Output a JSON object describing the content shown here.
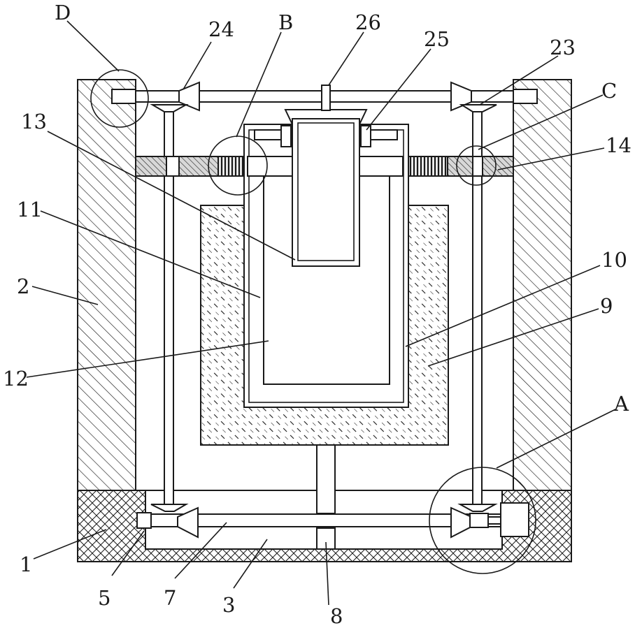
{
  "diagram": {
    "labels": {
      "D": "D",
      "n24": "24",
      "B": "B",
      "n26": "26",
      "n25": "25",
      "n23": "23",
      "C": "C",
      "n13": "13",
      "n14": "14",
      "n11": "11",
      "n2": "2",
      "n10": "10",
      "n9": "9",
      "n12": "12",
      "A": "A",
      "n1": "1",
      "n5": "5",
      "n7": "7",
      "n3": "3",
      "n8": "8"
    }
  }
}
